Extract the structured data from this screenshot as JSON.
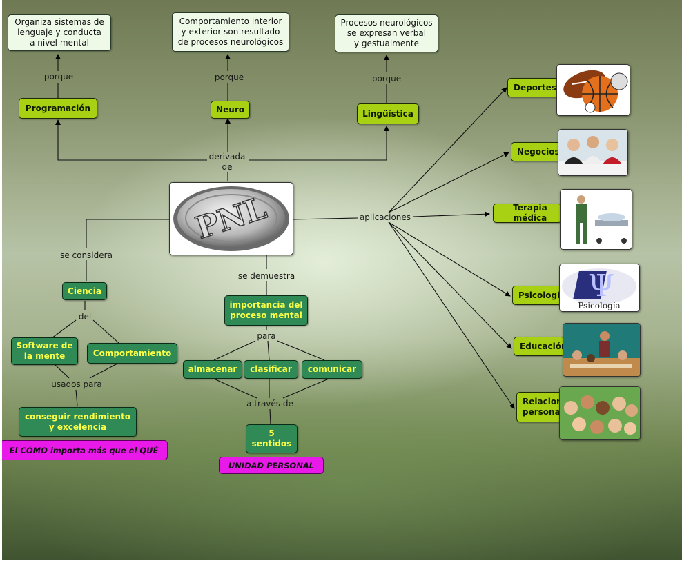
{
  "center": {
    "logo_text": "PNL"
  },
  "notes": {
    "programacion_reason": "Organiza sistemas de\nlenguaje y conducta\na nivel mental",
    "neuro_reason": "Comportamiento interior\ny exterior son resultado\nde procesos neurológicos",
    "linguistica_reason": "Procesos neurológicos\nse expresan verbal\ny gestualmente"
  },
  "concepts": {
    "programacion": "Programación",
    "neuro": "Neuro",
    "linguistica": "Lingüística",
    "ciencia": "Ciencia",
    "software": "Software de\nla mente",
    "comportamiento": "Comportamiento",
    "rendimiento": "conseguir rendimiento\ny excelencia",
    "importancia": "importancia del\nproceso mental",
    "almacenar": "almacenar",
    "clasificar": "clasificar",
    "comunicar": "comunicar",
    "sentidos": "5\nsentidos"
  },
  "applications": {
    "deportes": "Deportes",
    "negocios": "Negocios",
    "terapia": "Terapia médica",
    "psicologia": "Psicología",
    "educacion": "Educación",
    "relaciones": "Relaciones\npersonales"
  },
  "labels": {
    "porque_1": "porque",
    "porque_2": "porque",
    "porque_3": "porque",
    "derivada_de": "derivada\nde",
    "aplicaciones": "aplicaciones",
    "se_considera": "se considera",
    "del": "del",
    "usados_para": "usados para",
    "se_demuestra": "se demuestra",
    "para": "para",
    "a_traves_de": "a través de"
  },
  "highlights": {
    "como_que": "El CÓMO importa más que el QUÉ",
    "unidad": "UNIDAD PERSONAL"
  },
  "pictures": {
    "psicologia_caption": "Psicología"
  },
  "colors": {
    "lime": "#a7d112",
    "dark_green": "#2f8a55",
    "yellow_text": "#fbff48",
    "magenta": "#e919e9",
    "note_bg": "#eef9e8"
  }
}
